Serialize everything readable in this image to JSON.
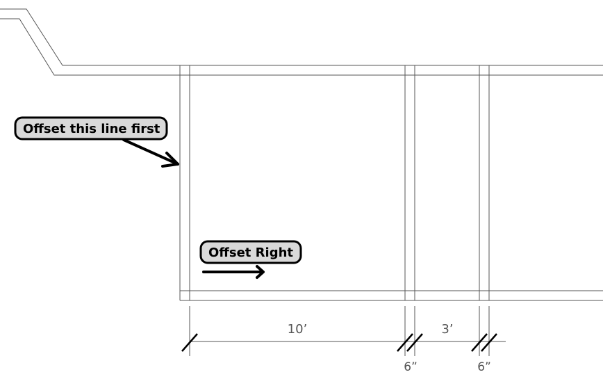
{
  "callouts": {
    "offset_first": "Offset this line first",
    "offset_right": "Offset Right"
  },
  "dimensions": {
    "room_width": "10’",
    "wall_1": "6”",
    "closet_width": "3’",
    "wall_2": "6”"
  },
  "colors": {
    "callout_fill": "#d9d9d9",
    "line": "#555555",
    "ink": "#000000"
  }
}
